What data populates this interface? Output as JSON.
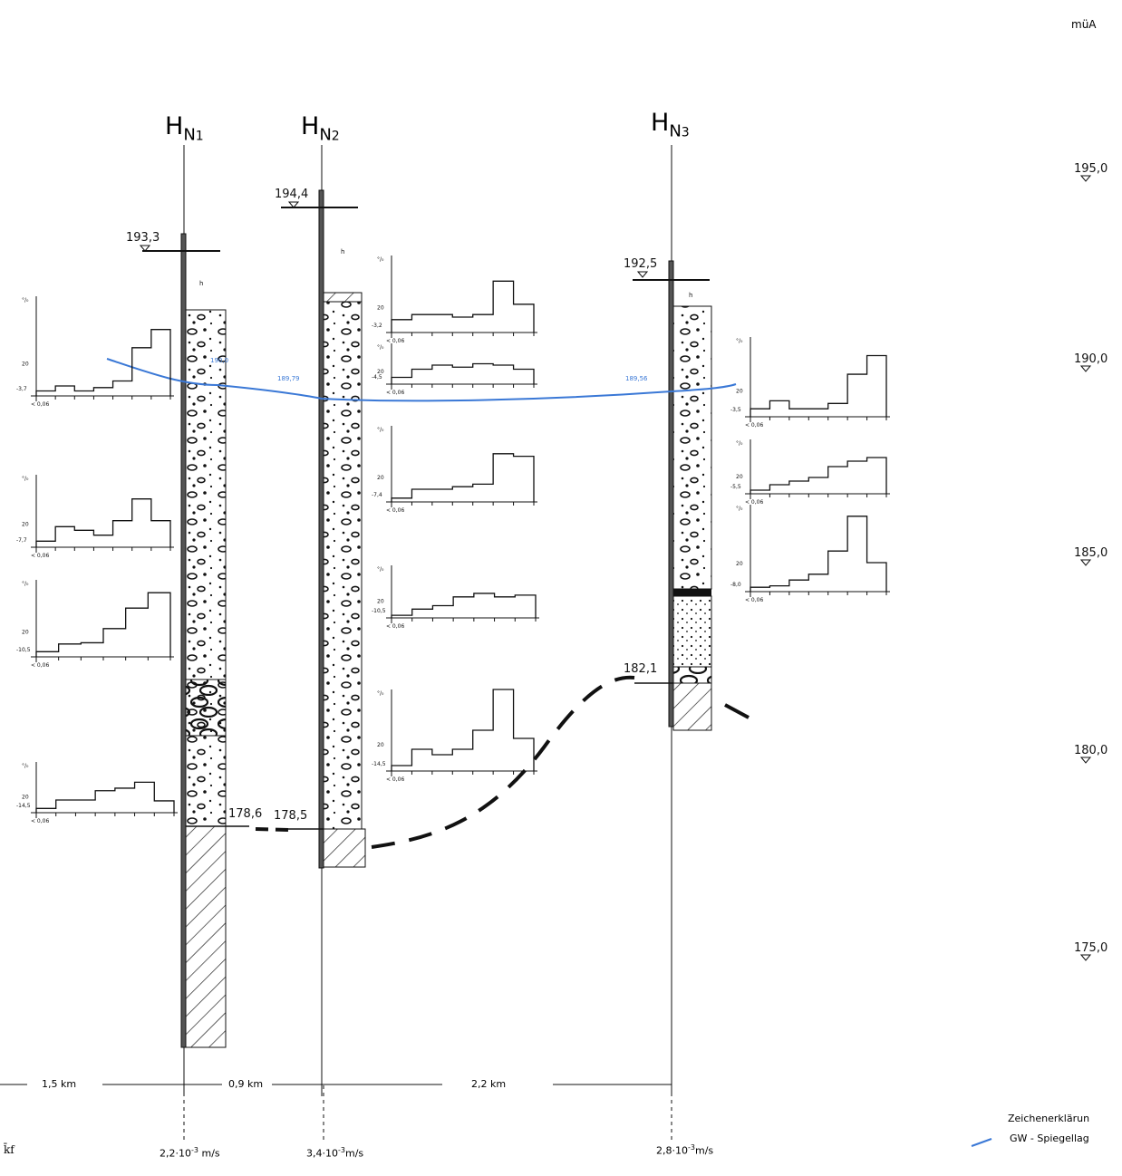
{
  "unit": "müA",
  "boreholes": [
    {
      "name": "H",
      "sub": "N",
      "num": "1",
      "top": "193,3",
      "bottom": "178,6",
      "gw": "190,0"
    },
    {
      "name": "H",
      "sub": "N",
      "num": "2",
      "top": "194,4",
      "bottom": "178,5",
      "gw": "189,79"
    },
    {
      "name": "H",
      "sub": "N",
      "num": "3",
      "top": "192,5",
      "bottom": "182,1",
      "gw": "189,56"
    }
  ],
  "scale_labels": [
    "195,0",
    "190,0",
    "185,0",
    "180,0",
    "175,0"
  ],
  "distances": [
    "1,5 km",
    "0,9 km",
    "2,2 km"
  ],
  "kf_symbol": "k̄f",
  "kf_values": [
    {
      "mant": "2,2·10",
      "exp": "-3",
      "unit": " m/s"
    },
    {
      "mant": "3,4·10",
      "exp": "-3",
      "unit": "m/s"
    },
    {
      "mant": "2,8·10",
      "exp": "-3",
      "unit": "m/s"
    }
  ],
  "legend": {
    "title": "Zeichenerklärun",
    "gw": "GW - Spiegellag",
    "gw_color": "#3a78d6"
  },
  "histogram_labels": {
    "percent": "°/₀",
    "y20": "20",
    "first_bin": "< 0,06"
  },
  "histograms": [
    {
      "id": "hn1-a",
      "depth": "-3,7",
      "values": [
        3,
        6,
        3,
        5,
        9,
        29,
        40
      ]
    },
    {
      "id": "hn1-b",
      "depth": "-7,7",
      "values": [
        5,
        17,
        14,
        10,
        22,
        40,
        22
      ]
    },
    {
      "id": "hn1-c",
      "depth": "-10,5",
      "values": [
        4,
        10,
        11,
        22,
        38,
        50
      ]
    },
    {
      "id": "hn1-d",
      "depth": "-14,5",
      "values": [
        5,
        15,
        15,
        26,
        29,
        36,
        14
      ]
    },
    {
      "id": "hn2-a",
      "depth": "-3,2",
      "values": [
        10,
        14,
        14,
        12,
        14,
        40,
        22
      ]
    },
    {
      "id": "hn2-b",
      "depth": "-4,5",
      "values": [
        10,
        22,
        28,
        25,
        30,
        28,
        22
      ]
    },
    {
      "id": "hn2-c",
      "depth": "-7,4",
      "values": [
        3,
        10,
        10,
        12,
        14,
        38,
        36
      ]
    },
    {
      "id": "hn2-d",
      "depth": "-10,5",
      "values": [
        3,
        10,
        14,
        24,
        28,
        24,
        26
      ]
    },
    {
      "id": "hn2-e",
      "depth": "-14,5",
      "values": [
        4,
        16,
        12,
        16,
        30,
        60,
        24
      ]
    },
    {
      "id": "hn3-a",
      "depth": "-3,5",
      "values": [
        6,
        12,
        6,
        6,
        10,
        32,
        46
      ]
    },
    {
      "id": "hn3-b",
      "depth": "-5,5",
      "values": [
        4,
        10,
        14,
        18,
        30,
        36,
        40
      ]
    },
    {
      "id": "hn3-c",
      "depth": "-8,0",
      "values": [
        3,
        4,
        8,
        12,
        28,
        52,
        20
      ]
    }
  ],
  "h_marker": "h"
}
